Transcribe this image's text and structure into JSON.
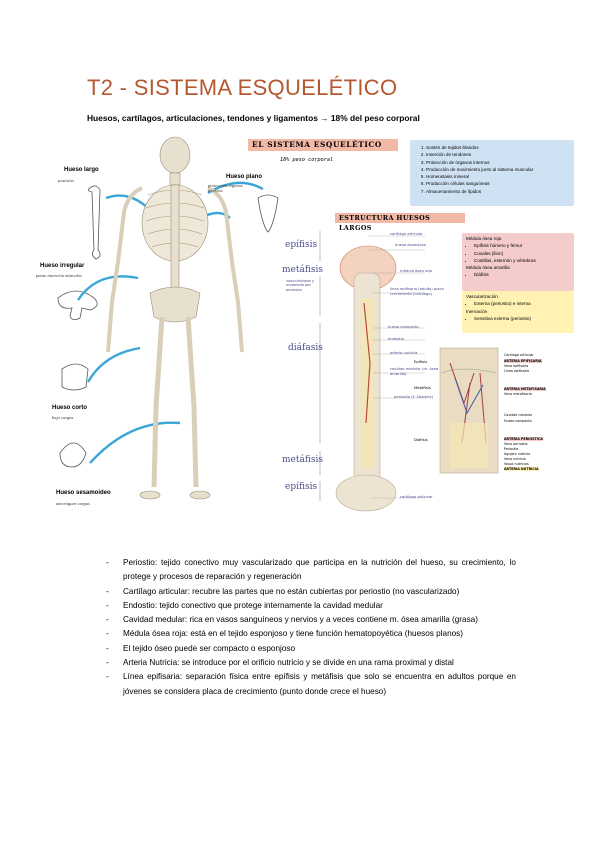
{
  "title": "T2 - SISTEMA ESQUELÉTICO",
  "subtitle": "Huesos, cartílagos, articulaciones, tendones y ligamentos → 18% del peso corporal",
  "figure": {
    "bone_types": [
      {
        "label": "Hueso largo",
        "note": "posesión"
      },
      {
        "label": "Hueso plano",
        "note": "protección órganos internos"
      },
      {
        "label": "Hueso irregular",
        "note": "punto inserción músculos"
      },
      {
        "label": "Hueso corto",
        "note": "bajo cargas"
      },
      {
        "label": "Hueso sesamoideo",
        "note": "amortiguar cargas"
      }
    ],
    "header_title": "EL SISTEMA ESQUELÉTICO",
    "header_sub": "18% peso corporal",
    "functions": [
      "Sostén de tejidos blandos",
      "Inserción de tendones",
      "Protección de órganos internos",
      "Producción de movimiento junto al sistema muscular",
      "Homeostasis mineral",
      "Producción células sanguíneas",
      "Almacenamiento de lípidos"
    ],
    "structure_title": "ESTRUCTURA HUESOS LARGOS",
    "regions": [
      "epífisis",
      "metáfisis",
      "diáfasis",
      "metáfisis",
      "epífisis"
    ],
    "metaphysis_note": "vascularizada y modelada por periostio",
    "bone_labels": [
      "cartílago articular",
      "hueso esponjoso",
      "médula ósea roja",
      "línea epifisaria (adulto) placa crecimiento (cartílago)",
      "hueso compacto",
      "endostio",
      "arteria nutricia",
      "cavidad medular (m. ósea amarilla)",
      "periostio (F. Sharpey)",
      "cartílago articular"
    ],
    "marrow": {
      "red_title": "Médula ósea roja",
      "red_items": [
        "Epífisis húmero y fémur",
        "Coxales (ilion)",
        "Costillas, esternón y vértebras"
      ],
      "yellow_title": "Médula ósea amarilla",
      "yellow_items": [
        "Diáfisis"
      ]
    },
    "vascular": {
      "vasc_title": "Vascularización",
      "vasc_items": [
        "Externa (periostio) e interna"
      ],
      "inerv_title": "Inervación",
      "inerv_items": [
        "Sensitiva externa (periostio)"
      ]
    },
    "detail_side": [
      "Epífisis",
      "Metáfisis",
      "Diáfisis"
    ],
    "detail_labels": [
      "Cartílago articular",
      "ARTERIA EPIFISARIA",
      "Vena epifisaria",
      "Línea epifisaria",
      "ARTERIA METAFISARIA",
      "Vena metafisaria",
      "Cavidad medular",
      "Hueso compacto",
      "ARTERIA PERIÓSTICA",
      "Vena periostio",
      "Periostio",
      "Agujero nutricio",
      "Vena nutricia",
      "Vasos nutricios",
      "ARTERIA NUTRICIA"
    ]
  },
  "bullets": [
    "Periostio: tejido conectivo muy vascularizado que participa en la nutrición del hueso, su crecimiento, lo protege y procesos de reparación y regeneración",
    "Cartílago articular: recubre las partes que no están cubiertas por periostio (no vascularizado)",
    "Endostio: tejido conectivo que protege internamente la cavidad medular",
    "Cavidad medular: rica en vasos sanguíneos y nervios y a veces contiene m. ósea amarilla (grasa)",
    "Médula ósea roja: está en el tejido esponjoso y tiene función hematopoyética (huesos planos)",
    "El tejido óseo puede ser compacto o esponjoso",
    "Arteria Nutricia: se introduce por el orificio nutricio y se divide en una rama proximal y distal",
    "Línea epifisaria: separación física entre epífisis y metáfisis que solo se encuentra en adultos porque en jóvenes se considera placa de crecimiento (punto donde crece el hueso)"
  ],
  "colors": {
    "title": "#b5582f",
    "function_box": "#cfe2f3",
    "red_box": "#f4cccc",
    "yellow_box": "#fff2b3",
    "header_strip": "#f2b9a7"
  }
}
